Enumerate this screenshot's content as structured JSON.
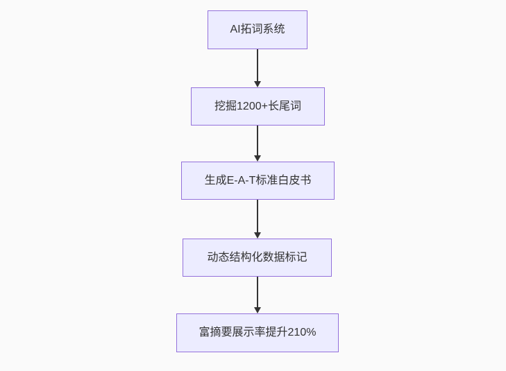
{
  "diagram": {
    "type": "flowchart",
    "direction": "top-down",
    "nodes": [
      {
        "id": "node-0",
        "label": "AI拓词系统"
      },
      {
        "id": "node-1",
        "label": "挖掘1200+长尾词"
      },
      {
        "id": "node-2",
        "label": "生成E-A-T标准白皮书"
      },
      {
        "id": "node-3",
        "label": "动态结构化数据标记"
      },
      {
        "id": "node-4",
        "label": "富摘要展示率提升210%"
      }
    ],
    "edges": [
      {
        "from": "node-0",
        "to": "node-1"
      },
      {
        "from": "node-1",
        "to": "node-2"
      },
      {
        "from": "node-2",
        "to": "node-3"
      },
      {
        "from": "node-3",
        "to": "node-4"
      }
    ],
    "colors": {
      "node_fill": "#ececff",
      "node_border": "#9370db",
      "node_text": "#333333",
      "edge": "#333333",
      "background": "#fafafa"
    }
  }
}
